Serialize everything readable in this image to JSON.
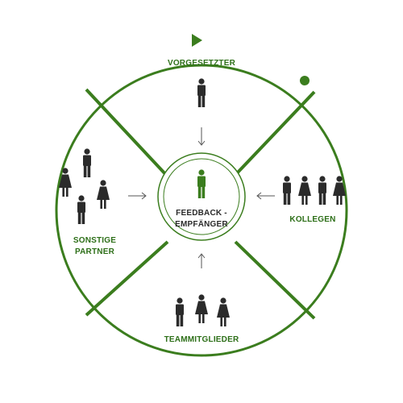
{
  "colors": {
    "accent": "#3b7d1e",
    "person": "#2b2b2b",
    "center_person": "#3b7d1e",
    "arrow": "#555555"
  },
  "center": {
    "label_line1": "FEEDBACK -",
    "label_line2": "EMPFÄNGER"
  },
  "groups": {
    "top": {
      "label": "VORGESETZTER",
      "people": [
        "man"
      ]
    },
    "right": {
      "label": "KOLLEGEN",
      "people": [
        "man",
        "woman",
        "man",
        "woman"
      ]
    },
    "bottom": {
      "label": "TEAMMITGLIEDER",
      "people": [
        "man",
        "woman",
        "woman"
      ]
    },
    "left": {
      "label_line1": "SONSTIGE",
      "label_line2": "PARTNER",
      "people": [
        "man",
        "woman",
        "woman",
        "man"
      ]
    }
  }
}
